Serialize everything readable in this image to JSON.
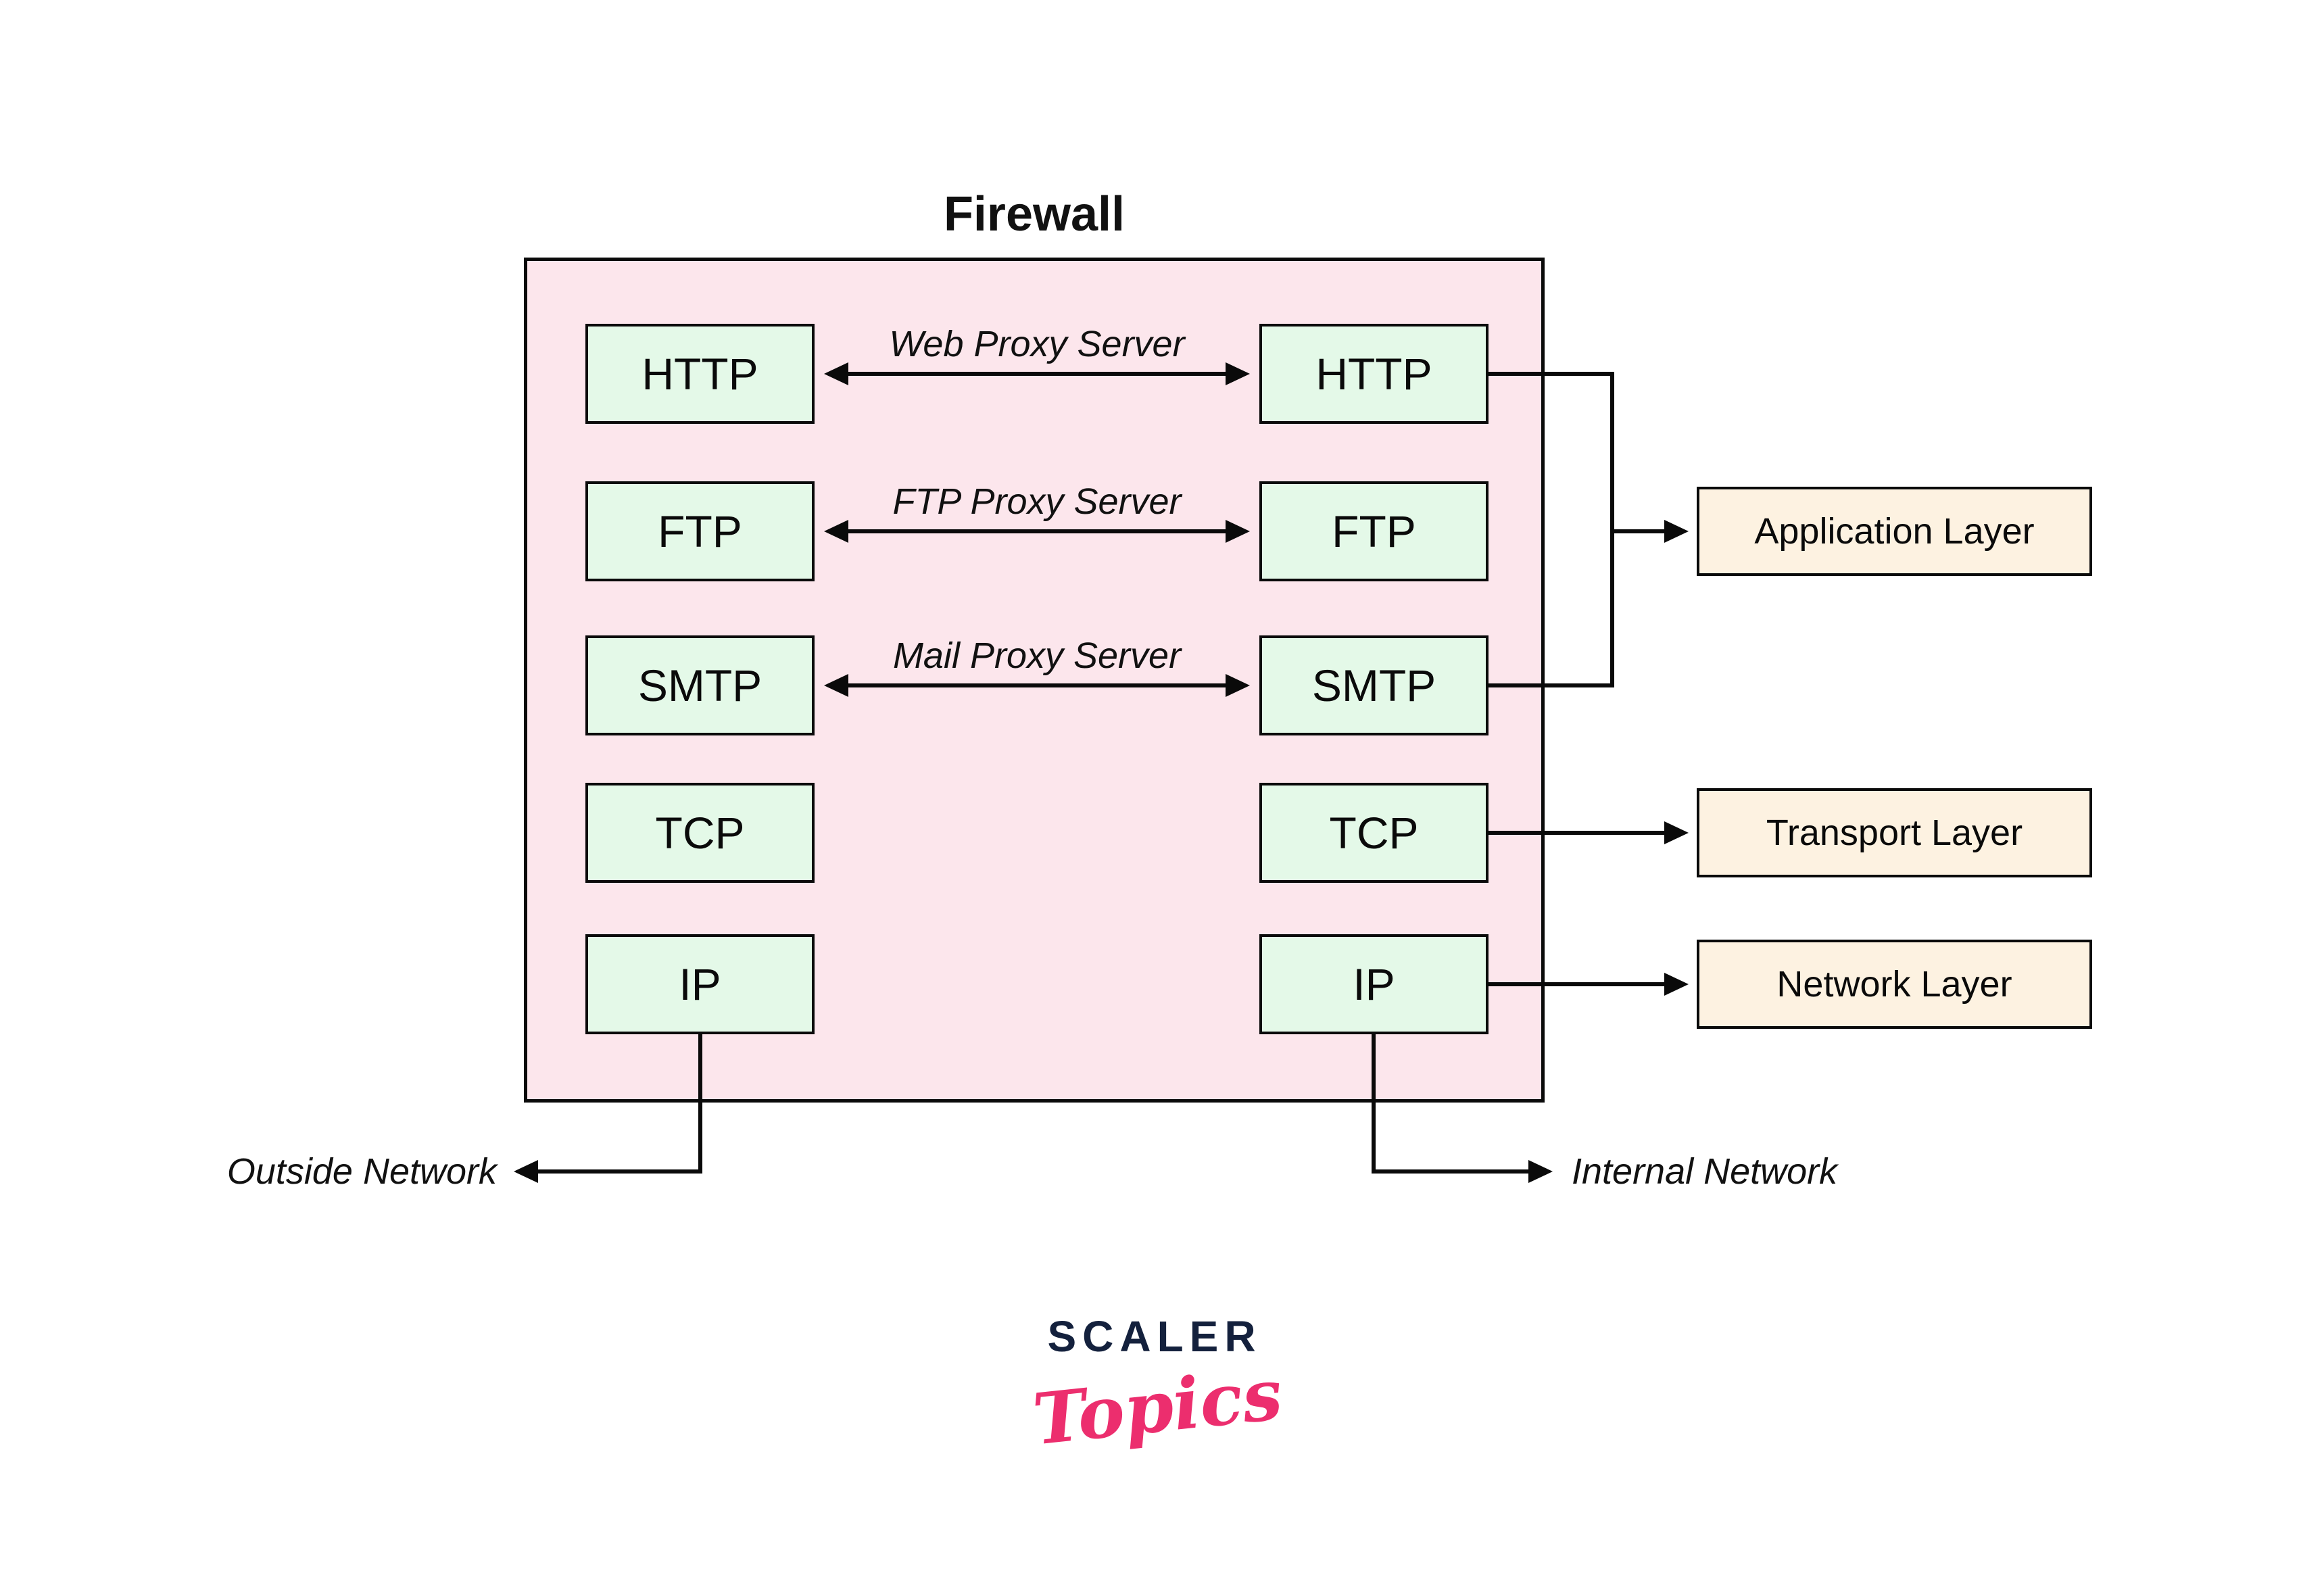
{
  "title": "Firewall",
  "firewall": {
    "left_stack": [
      "HTTP",
      "FTP",
      "SMTP",
      "TCP",
      "IP"
    ],
    "right_stack": [
      "HTTP",
      "FTP",
      "SMTP",
      "TCP",
      "IP"
    ],
    "proxy_labels": [
      "Web Proxy Server",
      "FTP Proxy Server",
      "Mail Proxy Server"
    ]
  },
  "layer_labels": [
    "Application Layer",
    "Transport Layer",
    "Network Layer"
  ],
  "network_labels": {
    "outside": "Outside Network",
    "internal": "Internal Network"
  },
  "logo": {
    "brand": "SCALER",
    "wordmark": "Topics"
  },
  "colors": {
    "firewall-bg": "#fce6ec",
    "protocol-bg": "#e4f9e8",
    "layer-bg": "#fdf2e1",
    "line": "#0a0a0a",
    "brand-navy": "#14213d",
    "brand-pink": "#ec2e6e"
  }
}
